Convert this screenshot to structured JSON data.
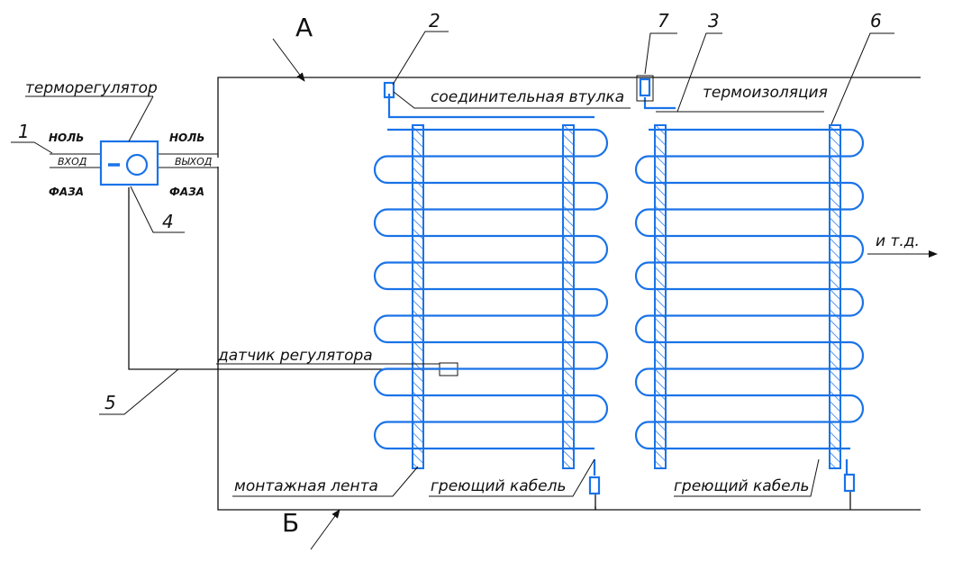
{
  "labels": {
    "point_a": "А",
    "point_b": "Б",
    "thermostat": "терморегулятор",
    "connector_sleeve": "соединительная втулка",
    "insulation": "термоизоляция",
    "sensor": "датчик регулятора",
    "mounting_tape": "монтажная лента",
    "heating_cable_1": "греющий кабель",
    "heating_cable_2": "греющий кабель",
    "etc": "и т.д.",
    "neutral_in": "НОЛЬ",
    "neutral_out": "НОЛЬ",
    "input": "ВХОД",
    "output": "ВЫХОД",
    "phase_in": "ФАЗА",
    "phase_out": "ФАЗА"
  },
  "callouts": {
    "n1": "1",
    "n2": "2",
    "n3": "3",
    "n4": "4",
    "n5": "5",
    "n6": "6",
    "n7": "7"
  },
  "colors": {
    "cable": "#1a73e8",
    "lines": "#111111"
  }
}
